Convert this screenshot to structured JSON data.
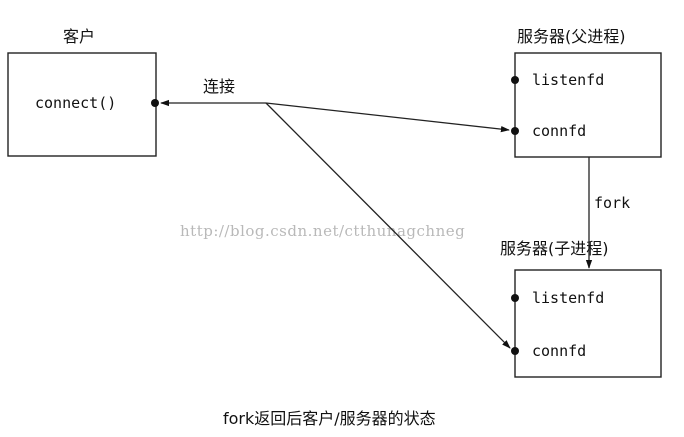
{
  "client": {
    "title": "客户",
    "call": "connect()"
  },
  "connection_label": "连接",
  "parent_server": {
    "title": "服务器(父进程)",
    "descriptors": [
      "listenfd",
      "connfd"
    ]
  },
  "fork_label": "fork",
  "child_server": {
    "title": "服务器(子进程)",
    "descriptors": [
      "listenfd",
      "connfd"
    ]
  },
  "watermark": "http://blog.csdn.net/ctthunagchneg",
  "caption": "fork返回后客户/服务器的状态"
}
